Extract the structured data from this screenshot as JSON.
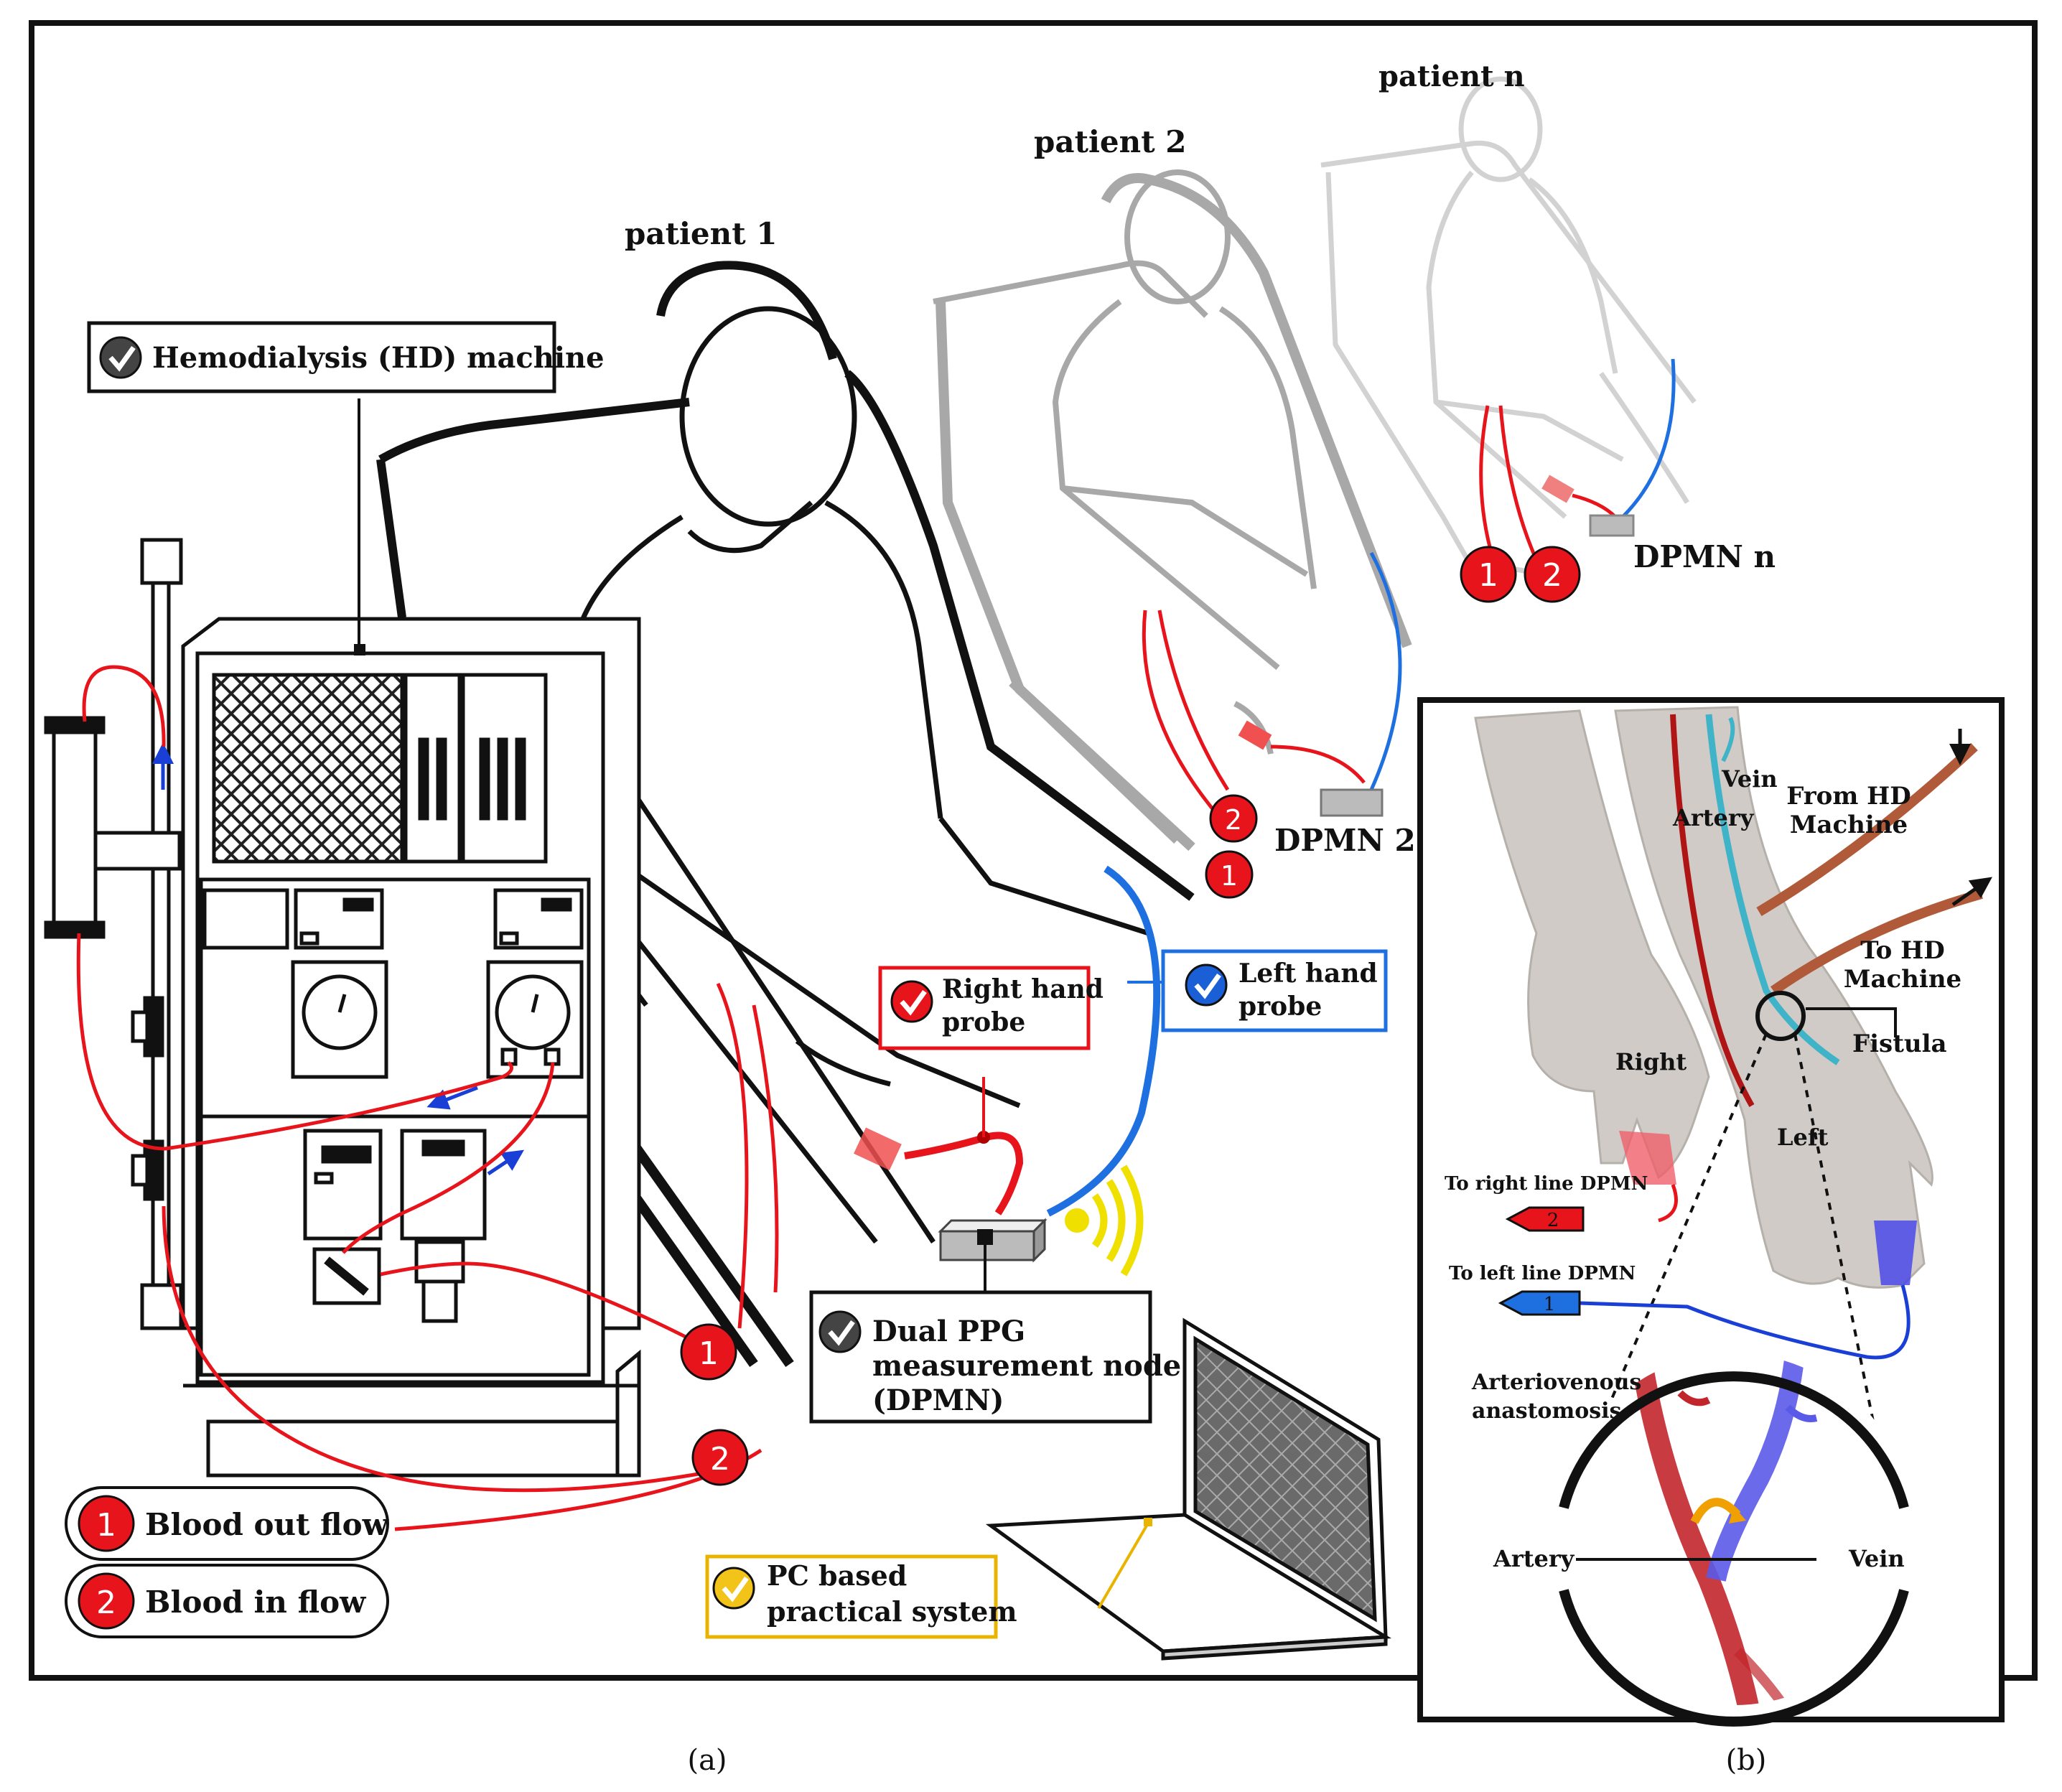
{
  "panel_a": {
    "caption": "(a)",
    "patients": {
      "p1": "patient 1",
      "p2": "patient 2",
      "pn": "patient n"
    },
    "dpmn": {
      "n2": "DPMN 2",
      "nn": "DPMN n"
    },
    "hd_machine_label": "Hemodialysis (HD) machine",
    "right_probe": {
      "line1": "Right hand",
      "line2": "probe"
    },
    "left_probe": {
      "line1": "Left hand",
      "line2": "probe"
    },
    "node": {
      "line1": "Dual PPG",
      "line2": "measurement node",
      "line3": "(DPMN)"
    },
    "pc": {
      "line1": "PC based",
      "line2": "practical system"
    },
    "legend": [
      {
        "num": "1",
        "text": "Blood out flow"
      },
      {
        "num": "2",
        "text": "Blood in flow"
      }
    ],
    "markers": {
      "one": "1",
      "two": "2"
    }
  },
  "panel_b": {
    "caption": "(b)",
    "vein": "Vein",
    "artery": "Artery",
    "from_hd": {
      "line1": "From HD",
      "line2": "Machine"
    },
    "to_hd": {
      "line1": "To HD",
      "line2": "Machine"
    },
    "fistula": "Fistula",
    "right": "Right",
    "left": "Left",
    "to_right_line": "To right line DPMN",
    "to_left_line": "To left line DPMN",
    "anastomosis": {
      "line1": "Arteriovenous",
      "line2": "anastomosis"
    },
    "artery_bottom": "Artery",
    "vein_bottom": "Vein",
    "tag_two": "2",
    "tag_one": "1"
  },
  "colors": {
    "blood": "#e8141b",
    "probe_blue": "#1e6fe0",
    "check_dark": "#444444",
    "check_blue": "#1a5fd6",
    "check_yellow": "#f2c318",
    "pc_border": "#e8b400",
    "right_border": "#e8141b",
    "left_border": "#1e6fe0",
    "wireless": "#f0e000"
  }
}
